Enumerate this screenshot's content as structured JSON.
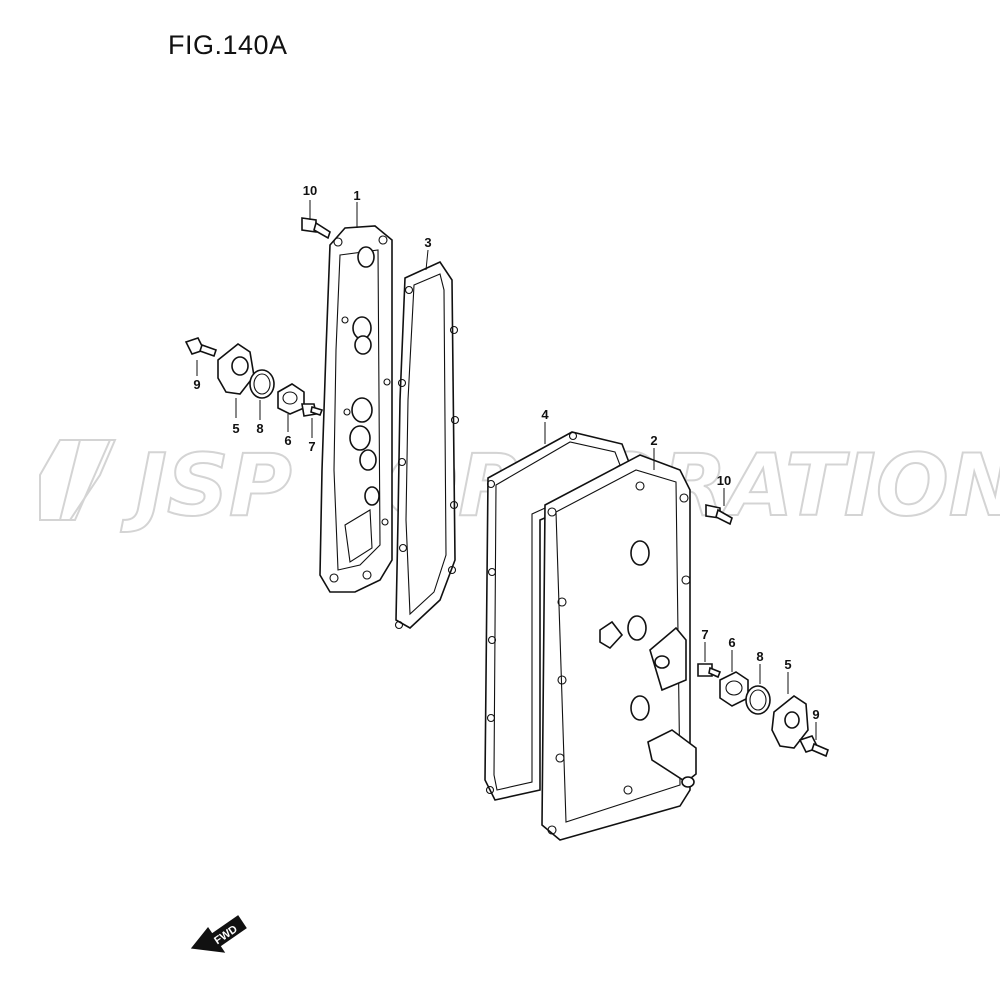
{
  "figure": {
    "title": "FIG.140A"
  },
  "watermark": {
    "text": "JSP CORPORATION",
    "color": "#d4d4d4"
  },
  "direction_marker": {
    "label": "FWD"
  },
  "callouts": {
    "c10_top": "10",
    "c1": "1",
    "c3": "3",
    "c9_left": "9",
    "c5_left": "5",
    "c8_left": "8",
    "c6_left": "6",
    "c7_left": "7",
    "c4": "4",
    "c2": "2",
    "c10_right": "10",
    "c7_right": "7",
    "c6_right": "6",
    "c8_right": "8",
    "c5_right": "5",
    "c9_right": "9"
  }
}
